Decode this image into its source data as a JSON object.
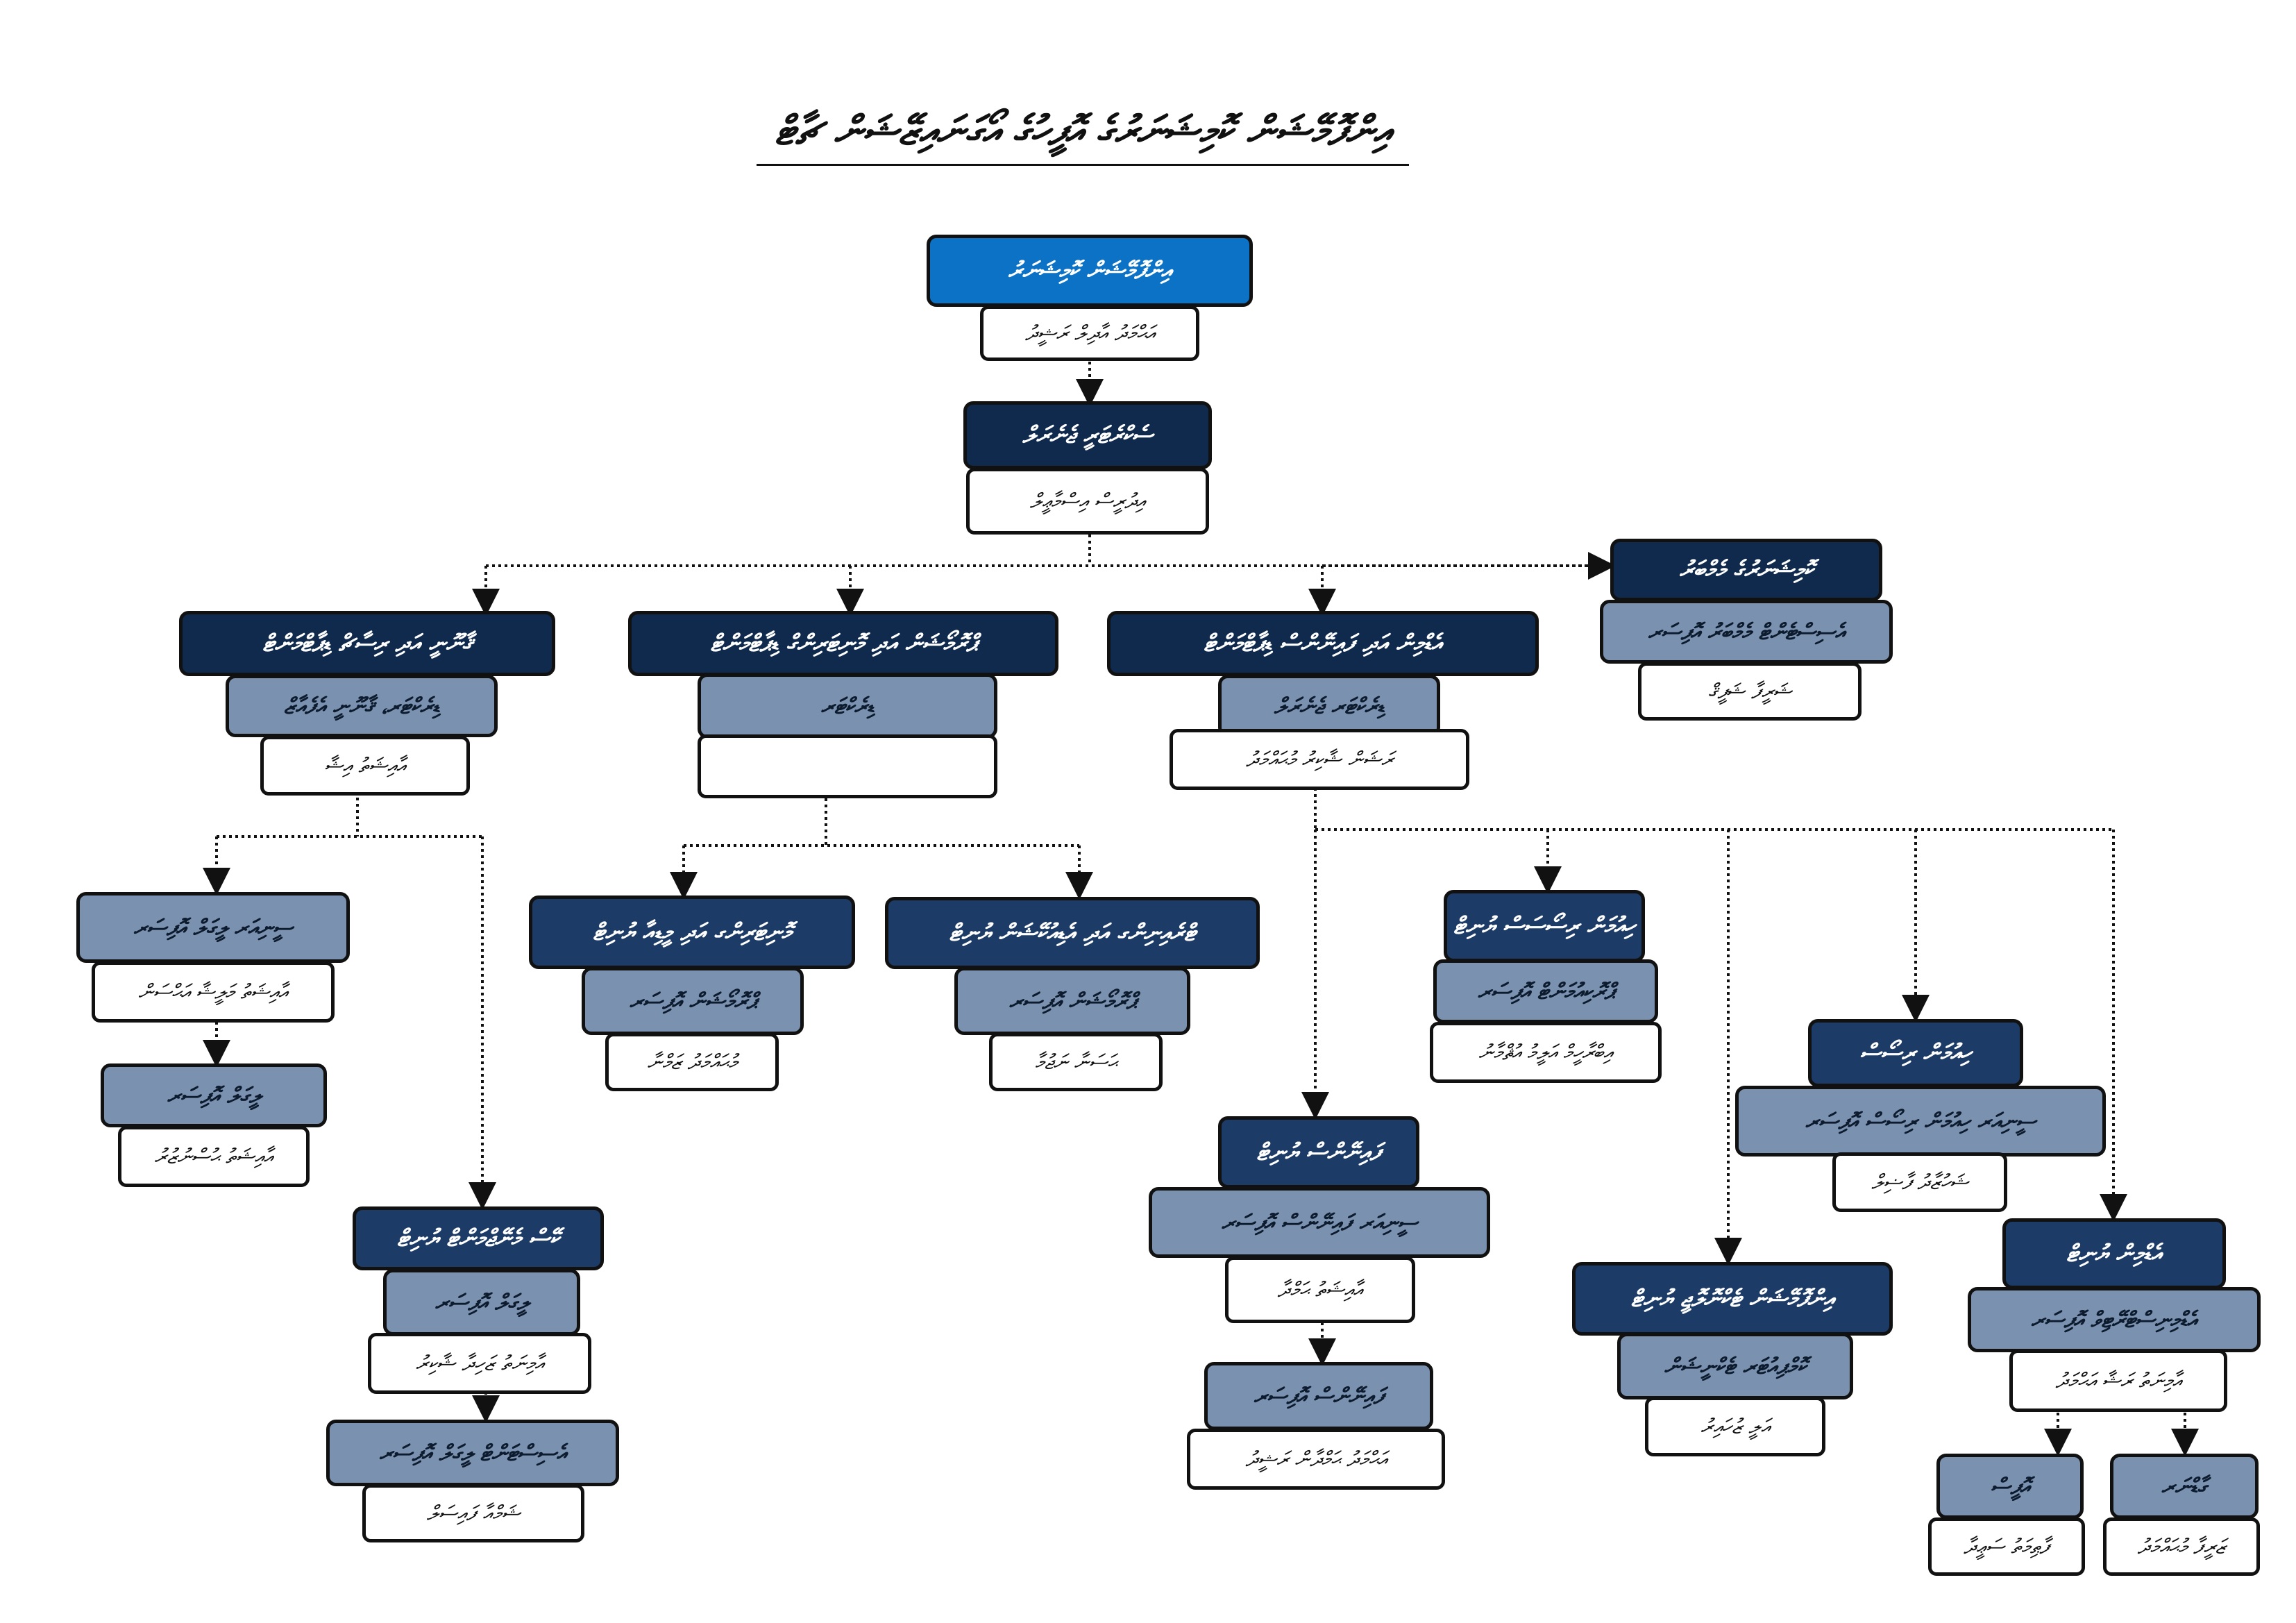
{
  "title": "އިންފޮމޭޝަން ކޮމިޝަނަރުގެ އޮފީހުގެ އޯގަނައިޒޭޝަން ޗާޓް",
  "units": {
    "top": {
      "name": "އިންފޮމޭޝަން ކޮމިޝަނަރު",
      "person": "އަޙްމަދު އާދިލް ރަޝީދު"
    },
    "secgen": {
      "name": "ސެކްރެޓަރީ ޖެނެރަލް",
      "person": "އިދުރީސް އިސްމާޢީލް"
    },
    "commission_member": {
      "name": "ކޮމިޝަނަރުގެ މެމްބަރު",
      "role": "އެސިސްޓެންޓް މެމްބަރު އޮފިސަރ",
      "person": "ޝަރީފާ ޝަފީޤް"
    },
    "legal": {
      "name": "ޤާނޫނީ އަދި ރިސާޗް ޑިޕާޓްމަންޓް",
      "role": "ޑިރެކްޓަރ، ޤާނޫނީ އެފެއާޒް",
      "person": "އާއިޝަތު އިޝާ"
    },
    "investigation": {
      "name": "ޕްރޮމޯޝަން އަދި މޮނިޓަރިންގް ޑިޕާޓްމަންޓް",
      "role": "ޑިރެކްޓަރ",
      "person": ""
    },
    "admin": {
      "name": "އެޑްމިން އަދި ފައިނޭންސް ޑިޕާޓްމަންޓް",
      "role": "ޑިރެކްޓަރ ޖެނެރަލް",
      "person": "ރަޝަން ޝާކިރު މުޙައްމަދު"
    },
    "legal_senior": {
      "role": "ސީނިއަރ ލީގަލް އޮފިސަރ",
      "person": "އާއިޝަތު މަލީޝާ އަޙްސަން"
    },
    "legal_officer": {
      "role": "ލީގަލް އޮފިސަރ",
      "person": "އާއިޝަތު ޙުސްނުޒުރު"
    },
    "complaint": {
      "name": "ކޭސް މެނޭޖްމަންޓް ޔުނިޓް",
      "role": "ލީގަލް އޮފިސަރ",
      "person": "އާމިނަތު ޒަހިދާ ޝާކިރު"
    },
    "complaint_asst": {
      "role": "އެސިސްޓަންޓް ލީގަލް އޮފިސަރ",
      "person": "ޝަމްއާ ފައިސަލް"
    },
    "awareness": {
      "name": "މޮނިޓަރިންގ އަދި މީޑިއާ ޔުނިޓް",
      "role": "ޕްރޮމޯޝަން އޮފިސަރ",
      "person": "މުޙައްމަދު ޒަމްނާ"
    },
    "research": {
      "name": "ޓްރެއިނިންގ އަދި އެޑިއުކޭޝަން ޔުނިޓް",
      "role": "ޕްރޮމޯޝަން އޮފިސަރ",
      "person": "ޙަސަނާ ނަޖުމާ"
    },
    "hr": {
      "name": "ހިއުމަން ރިސޯސަސް ޔުނިޓް",
      "role": "ޕްރޮކިއުމަންޓް އޮފިސަރ",
      "person": "އިބްރާހީމް އަލީމު އުޘްމާނު"
    },
    "finance": {
      "name": "ފައިނޭންސް ޔުނިޓް",
      "role": "ސީނިއަރ ފައިނޭންސް އޮފިސަރ",
      "person": "އާއިޝަތު ޙަމްދާ"
    },
    "finance_officer": {
      "role": "ފައިނޭންސް އޮފިސަރ",
      "person": "އަޙްމަދު ޙަމްދާން ރަޝީދު"
    },
    "hr_unit": {
      "name": "ހިއުމަން ރިސޯސް",
      "role": "ސީނިއަރ ހިއުމަން ރިސޯސް އޮފިސަރ",
      "person": "ޝަހުޒާދު ފާޟިލް"
    },
    "it": {
      "name": "އިންފޮމޭޝަން ޓެކްނޮލޮޖީ ޔުނިޓް",
      "role": "ކޮމްޕިއުޓަރ ޓެކްނީޝަން",
      "person": "އަލީ ޒުހައިރު"
    },
    "admin_unit": {
      "name": "އެޑްމިން ޔުނިޓް",
      "role": "އެޑްމިނިސްޓްރޭޓިވް އޮފިސަރ",
      "person": "އާމިނަތު ރަޝާ އަޙްމަދު"
    },
    "admin_asst": {
      "role": "އޮފީސް",
      "person": "ފާޠިމަތު ސަޢީދާ"
    },
    "admin_clerk": {
      "role": "ގާޑްނަރ",
      "person": "ޒަރީފާ މުޙައްމަދު"
    }
  }
}
